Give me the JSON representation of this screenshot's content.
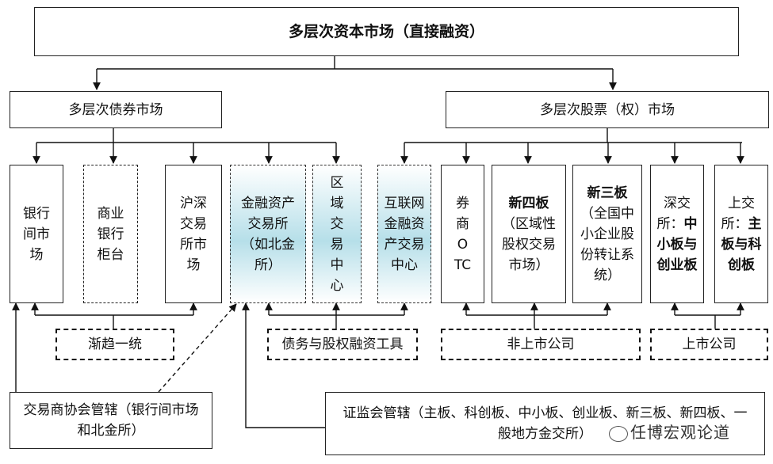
{
  "title": "多层次资本市场（直接融资）",
  "bond_market": "多层次债券市场",
  "stock_market": "多层次股票（权）市场",
  "bond_items": {
    "interbank": "银行间市场",
    "bank_counter": "商业银行柜台",
    "exchange": "沪深交易所市场"
  },
  "shared_items": {
    "financial_exchange": "金融资产交易所（如北金所）",
    "regional_center": "区域交易中心",
    "internet_finance": "互联网金融资产交易中心"
  },
  "stock_items": {
    "broker_otc": "券商OTC",
    "new_fourth_bold": "新四板",
    "new_fourth_rest": "（区域性股权交易市场）",
    "new_third_bold": "新三板",
    "new_third_rest": "（全国中小企业股份转让系统）",
    "szse_prefix": "深交所：",
    "szse_bold": "中小板与创业板",
    "sse_prefix": "上交所：",
    "sse_bold": "主板与科创板"
  },
  "labels": {
    "converge": "渐趋一统",
    "debt_equity": "债务与股权融资工具",
    "unlisted": "非上市公司",
    "listed": "上市公司"
  },
  "regulators": {
    "nafmii": "交易商协会管辖（银行间市场和北金所）",
    "csrc": "证监会管辖（主板、科创板、中小板、创业板、新三板、新四板、一般地方金交所）"
  },
  "watermark": "任博宏观论道"
}
